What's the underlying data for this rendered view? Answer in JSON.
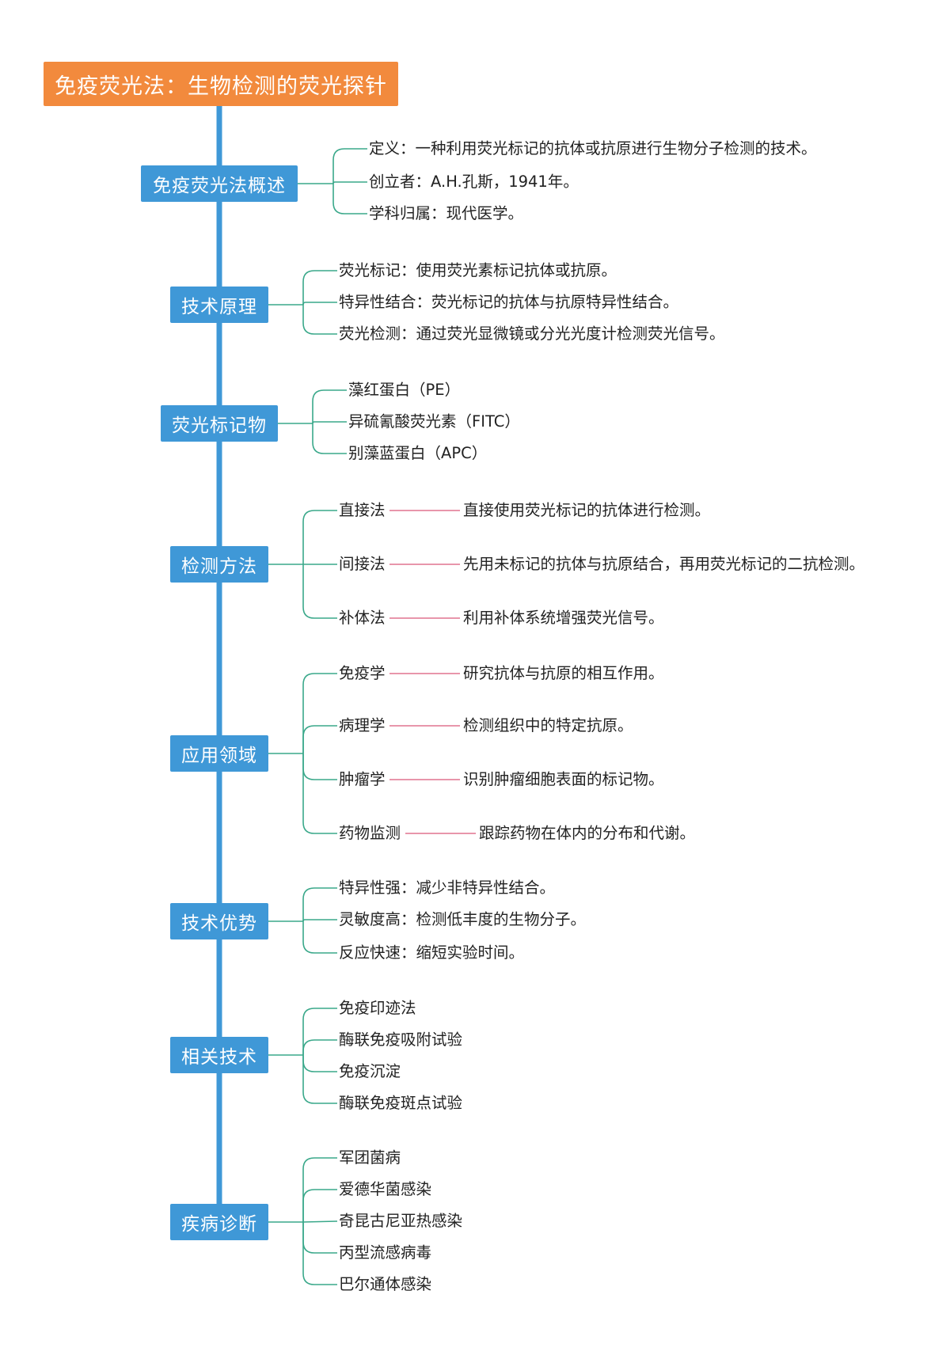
{
  "diagram": {
    "root": {
      "label": "免疫荧光法：生物检测的荧光探针"
    },
    "branches": [
      {
        "label": "免疫荧光法概述",
        "items": [
          {
            "text": "定义：一种利用荧光标记的抗体或抗原进行生物分子检测的技术。"
          },
          {
            "text": "创立者：A.H.孔斯，1941年。"
          },
          {
            "text": "学科归属：现代医学。"
          }
        ]
      },
      {
        "label": "技术原理",
        "items": [
          {
            "text": "荧光标记：使用荧光素标记抗体或抗原。"
          },
          {
            "text": "特异性结合：荧光标记的抗体与抗原特异性结合。"
          },
          {
            "text": "荧光检测：通过荧光显微镜或分光光度计检测荧光信号。"
          }
        ]
      },
      {
        "label": "荧光标记物",
        "items": [
          {
            "text": "藻红蛋白（PE）"
          },
          {
            "text": "异硫氰酸荧光素（FITC）"
          },
          {
            "text": "别藻蓝蛋白（APC）"
          }
        ]
      },
      {
        "label": "检测方法",
        "items": [
          {
            "text": "直接法",
            "detail": "直接使用荧光标记的抗体进行检测。"
          },
          {
            "text": "间接法",
            "detail": "先用未标记的抗体与抗原结合，再用荧光标记的二抗检测。"
          },
          {
            "text": "补体法",
            "detail": "利用补体系统增强荧光信号。"
          }
        ]
      },
      {
        "label": "应用领域",
        "items": [
          {
            "text": "免疫学",
            "detail": "研究抗体与抗原的相互作用。"
          },
          {
            "text": "病理学",
            "detail": "检测组织中的特定抗原。"
          },
          {
            "text": "肿瘤学",
            "detail": "识别肿瘤细胞表面的标记物。"
          },
          {
            "text": "药物监测",
            "detail": "跟踪药物在体内的分布和代谢。"
          }
        ]
      },
      {
        "label": "技术优势",
        "items": [
          {
            "text": "特异性强：减少非特异性结合。"
          },
          {
            "text": "灵敏度高：检测低丰度的生物分子。"
          },
          {
            "text": "反应快速：缩短实验时间。"
          }
        ]
      },
      {
        "label": "相关技术",
        "items": [
          {
            "text": "免疫印迹法"
          },
          {
            "text": "酶联免疫吸附试验"
          },
          {
            "text": "免疫沉淀"
          },
          {
            "text": "酶联免疫斑点试验"
          }
        ]
      },
      {
        "label": "疾病诊断",
        "items": [
          {
            "text": "军团菌病"
          },
          {
            "text": "爱德华菌感染"
          },
          {
            "text": "奇昆古尼亚热感染"
          },
          {
            "text": "丙型流感病毒"
          },
          {
            "text": "巴尔通体感染"
          }
        ]
      }
    ]
  },
  "colors": {
    "root": "#f28a3d",
    "branch": "#3f98d7",
    "leaf_connector": "#3aa88a",
    "detail_connector": "#e0738f"
  }
}
